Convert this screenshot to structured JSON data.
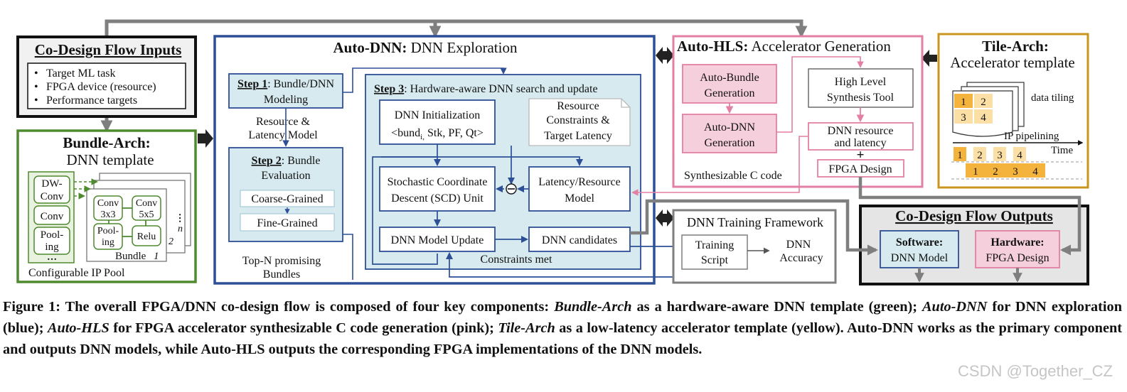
{
  "inputs": {
    "title": "Co-Design Flow Inputs",
    "items": [
      "Target ML task",
      "FPGA device (resource)",
      "Performance targets"
    ]
  },
  "bundle_arch": {
    "title_bold": "Bundle-Arch:",
    "title_rest": "DNN template",
    "ip_pool": [
      "DW-Conv",
      "Conv",
      "Pool-ing"
    ],
    "bundle_parts": [
      "Conv 3x3",
      "Conv 5x5",
      "Pool-ing",
      "Relu"
    ],
    "bundle_label": "Bundle",
    "bundle_index": "1",
    "stack_labels": [
      "2",
      "n"
    ],
    "dots": "…",
    "pool_label": "Configurable IP Pool"
  },
  "auto_dnn": {
    "title_bold": "Auto-DNN:",
    "title_rest": "DNN Exploration",
    "step1_bold": "Step 1",
    "step1_rest": ": Bundle/DNN",
    "step1_line2": "Modeling",
    "res_lat_1": "Resource &",
    "res_lat_2": "Latency Model",
    "step2_bold": "Step 2",
    "step2_rest": ": Bundle",
    "step2_line2": "Evaluation",
    "coarse": "Coarse-Grained",
    "fine": "Fine-Grained",
    "topn_1": "Top-N promising",
    "topn_2": "Bundles",
    "step3_bold": "Step 3",
    "step3_rest": ": Hardware-aware DNN search and update",
    "init_1": "DNN Initialization",
    "init_2a": "<bund",
    "init_2sub": "i,",
    "init_2b": " Stk, PF, Qt>",
    "constraints_1": "Resource",
    "constraints_2": "Constraints &",
    "constraints_3": "Target Latency",
    "scd_1": "Stochastic Coordinate",
    "scd_2": "Descent (SCD) Unit",
    "latres_1": "Latency/Resource",
    "latres_2": "Model",
    "update": "DNN Model Update",
    "candidates": "DNN candidates",
    "constraints_met": "Constraints met"
  },
  "auto_hls": {
    "title_bold": "Auto-HLS:",
    "title_rest": "Accelerator Generation",
    "auto_bundle_1": "Auto-Bundle",
    "auto_bundle_2": "Generation",
    "auto_dnn_gen_1": "Auto-DNN",
    "auto_dnn_gen_2": "Generation",
    "hls_tool_1": "High Level",
    "hls_tool_2": "Synthesis Tool",
    "res_lat_1": "DNN resource",
    "res_lat_2": "and latency",
    "plus": "+",
    "fpga_design": "FPGA Design",
    "c_code": "Synthesizable C code"
  },
  "tile_arch": {
    "title_bold": "Tile-Arch:",
    "title_rest": "Accelerator template",
    "tiles": [
      "1",
      "2",
      "3",
      "4"
    ],
    "data_tiling": "data tiling",
    "ip_pipelining": "IP pipelining",
    "time": "Time",
    "pipe_row1": [
      "1",
      "2",
      "3",
      "4"
    ],
    "pipe_row2": [
      "1",
      "2",
      "3",
      "4"
    ]
  },
  "training": {
    "title": "DNN Training Framework",
    "script_1": "Training",
    "script_2": "Script",
    "accuracy_1": "DNN",
    "accuracy_2": "Accuracy"
  },
  "outputs": {
    "title": "Co-Design Flow Outputs",
    "sw_bold": "Software:",
    "sw_rest": "DNN Model",
    "hw_bold": "Hardware:",
    "hw_rest": "FPGA Design"
  },
  "caption": {
    "p1": "Figure 1: The overall FPGA/DNN co-design flow is composed of four key components: ",
    "i1": "Bundle-Arch",
    "p2": " as a hardware-aware DNN template (green); ",
    "i2": "Auto-DNN",
    "p3": " for DNN exploration (blue); ",
    "i3": "Auto-HLS",
    "p4": " for FPGA accelerator synthesizable C code generation (pink); ",
    "i4": "Tile-Arch",
    "p5": " as a low-latency accelerator template (yellow). Auto-DNN works as the primary component and outputs DNN models, while Auto-HLS outputs the corresponding FPGA implementations of the DNN models."
  },
  "watermark": "CSDN @Together_CZ",
  "colors": {
    "green": "#4e8a2e",
    "blue": "#2d4f96",
    "pink": "#e37fa4",
    "pink_fill": "#f6cfdc",
    "yellow": "#c9961d",
    "tile_orange": "#f4b33c",
    "tile_light": "#fbdfa5",
    "gray": "#7f7f7f",
    "light_blue": "#d6eaf0",
    "outputs_fill": "#e5e5e5"
  }
}
